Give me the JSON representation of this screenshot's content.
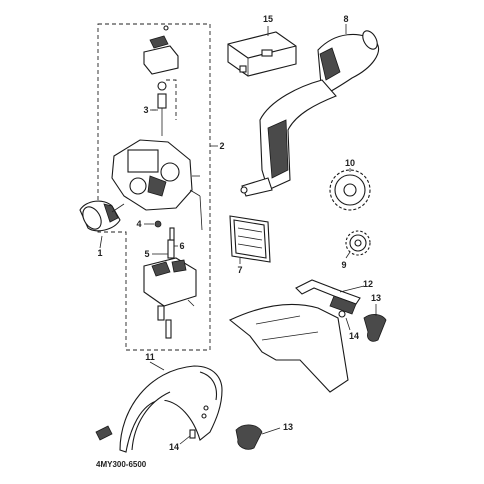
{
  "diagram_code": "4MY300-6500",
  "callouts": {
    "c1": "1",
    "c2": "2",
    "c3": "3",
    "c4": "4",
    "c5": "5",
    "c6": "6",
    "c7": "7",
    "c8": "8",
    "c9": "9",
    "c10": "10",
    "c11": "11",
    "c12": "12",
    "c13a": "13",
    "c13b": "13",
    "c14a": "14",
    "c14b": "14",
    "c15": "15"
  }
}
